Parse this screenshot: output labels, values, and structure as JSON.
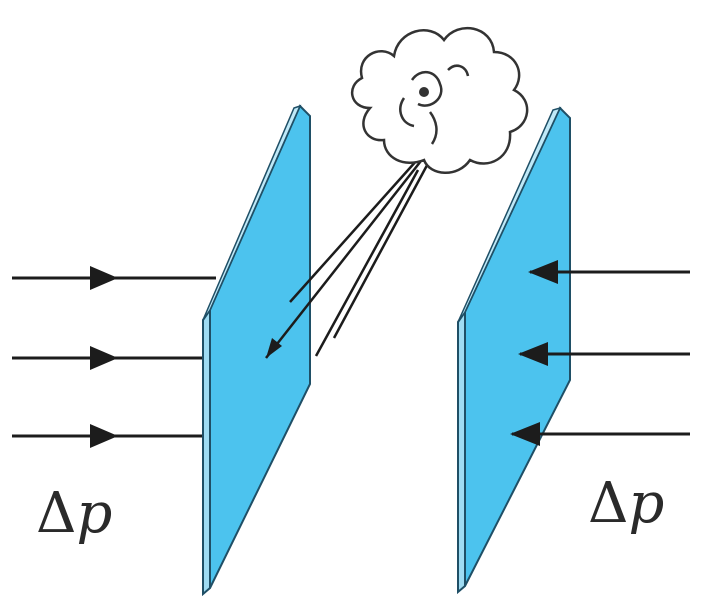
{
  "labels": {
    "left": {
      "delta": "Δ",
      "symbol": "p"
    },
    "right": {
      "delta": "Δ",
      "symbol": "p"
    }
  },
  "colors": {
    "plate_fill": "#4cc3ee",
    "plate_edge": "#1f4f66",
    "arrow": "#1c1c1c",
    "cloud_stroke": "#333333",
    "background": "#ffffff"
  },
  "icons": {
    "cloud": "gas-cloud-icon",
    "arrow": "arrow-right-icon"
  }
}
